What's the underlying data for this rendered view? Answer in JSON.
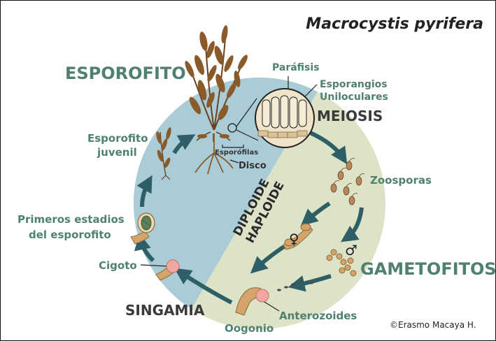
{
  "title": "Macrocystis pyrifera",
  "phases": {
    "diploid": "DIPLOIDE",
    "haploid": "HAPLOIDE"
  },
  "stages": {
    "sporophyte": "ESPOROFITO",
    "meiosis": "MEIOSIS",
    "gametophytes": "GAMETOFITOS",
    "syngamy": "SINGAMIA"
  },
  "labels": {
    "paraphyses": "Paráfisis",
    "sporangia": [
      "Esporangios",
      "Uniloculares"
    ],
    "sporophylls": "Esporófilas",
    "holdfast": "Disco",
    "zoospores": "Zoosporas",
    "juvenile": [
      "Esporofito",
      "juvenil"
    ],
    "early_stages": [
      "Primeros estadios",
      "del esporofito"
    ],
    "zygote": "Cigoto",
    "oogonium": "Oogonio",
    "antherozoids": "Anterozoides"
  },
  "symbols": {
    "female": "♀",
    "male": "♂"
  },
  "credit": "©Erasmo Macaya H.",
  "colors": {
    "diploid_bg": "#a9ccd6",
    "haploid_bg": "#dde3c6",
    "text_green": "#4f8172",
    "text_dark": "#3a3a3a",
    "kelp": "#8a5a2a",
    "arrow": "#2f5f66",
    "gametophyte": "#d4a46a",
    "pink": "#f2a7a0"
  }
}
